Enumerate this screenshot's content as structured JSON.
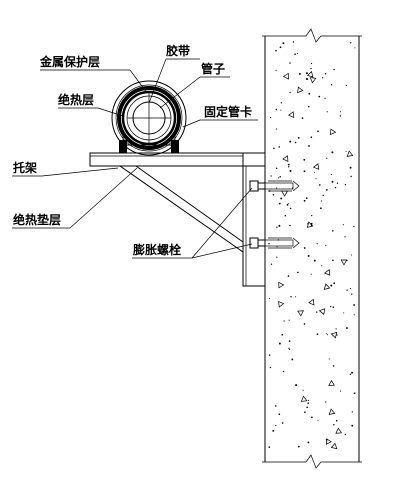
{
  "labels": {
    "tape": "胶带",
    "metal_jacket": "金属保护层",
    "pipe": "管子",
    "insulation": "绝热层",
    "pipe_clamp": "固定管卡",
    "bracket": "托架",
    "insulation_pad": "绝热垫层",
    "expansion_bolt": "膨胀螺栓"
  }
}
